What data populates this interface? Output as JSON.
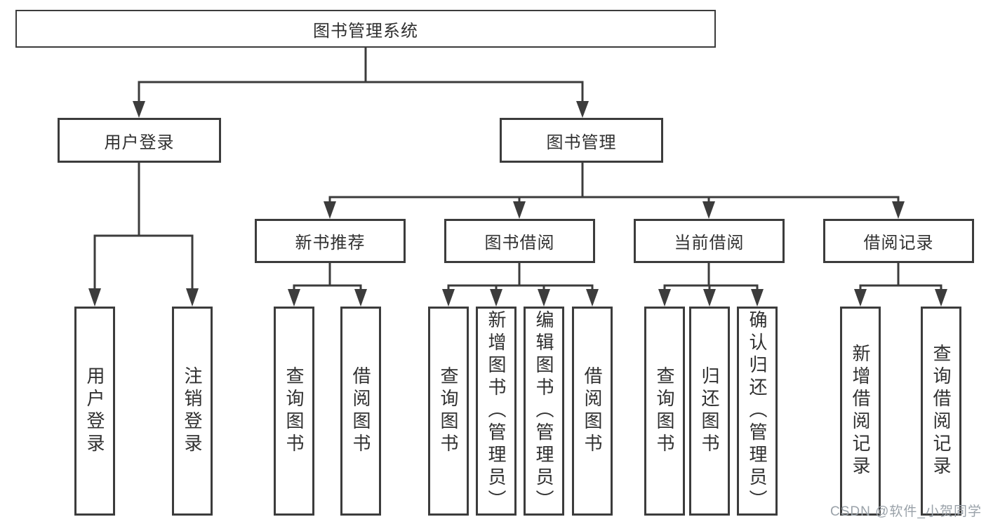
{
  "tree": {
    "root": {
      "label": "图书管理系统"
    },
    "branches": [
      {
        "label": "用户登录",
        "children": [
          {
            "label": "用户登录"
          },
          {
            "label": "注销登录"
          }
        ]
      },
      {
        "label": "图书管理",
        "children": [
          {
            "label": "新书推荐",
            "children": [
              {
                "label": "查询图书"
              },
              {
                "label": "借阅图书"
              }
            ]
          },
          {
            "label": "图书借阅",
            "children": [
              {
                "label": "查询图书"
              },
              {
                "label": "新增图书（管理员）"
              },
              {
                "label": "编辑图书（管理员）"
              },
              {
                "label": "借阅图书"
              }
            ]
          },
          {
            "label": "当前借阅",
            "children": [
              {
                "label": "查询图书"
              },
              {
                "label": "归还图书"
              },
              {
                "label": "确认归还（管理员）"
              }
            ]
          },
          {
            "label": "借阅记录",
            "children": [
              {
                "label": "新增借阅记录"
              },
              {
                "label": "查询借阅记录"
              }
            ]
          }
        ]
      }
    ]
  },
  "watermark": {
    "text": "CSDN @软件_小贺同学"
  },
  "colors": {
    "line": "#3c3c3c",
    "text": "#303030",
    "watermark": "#9aa2a9",
    "background": "#ffffff"
  }
}
